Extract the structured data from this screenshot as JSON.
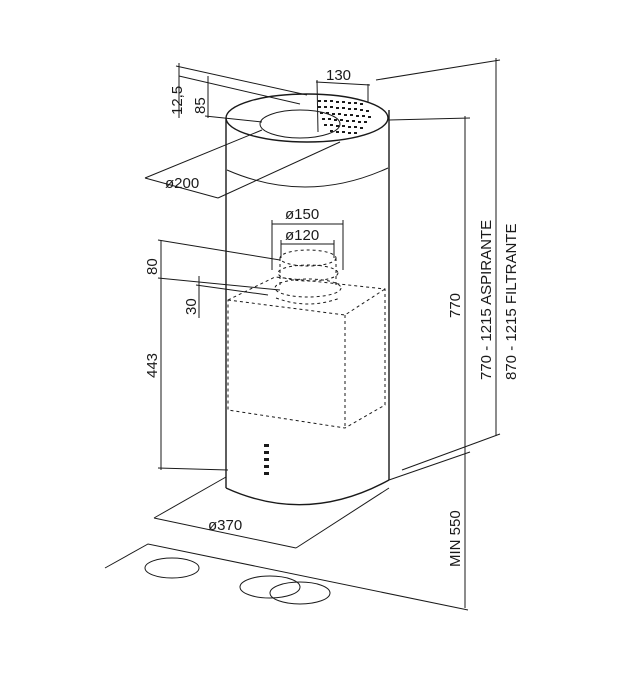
{
  "dimensions": {
    "top_depth": "12,5",
    "top_height": "85",
    "outlet_width": "130",
    "top_diameter": "ø200",
    "flange_outer": "ø150",
    "flange_inner": "ø120",
    "flange_height": "80",
    "flange_offset": "30",
    "body_height": "443",
    "body_diameter": "ø370",
    "total_height": "770",
    "range_aspirante": "770 - 1215 ASPIRANTE",
    "range_filtrante": "870 - 1215 FILTRANTE",
    "min_clearance": "MIN 550"
  }
}
